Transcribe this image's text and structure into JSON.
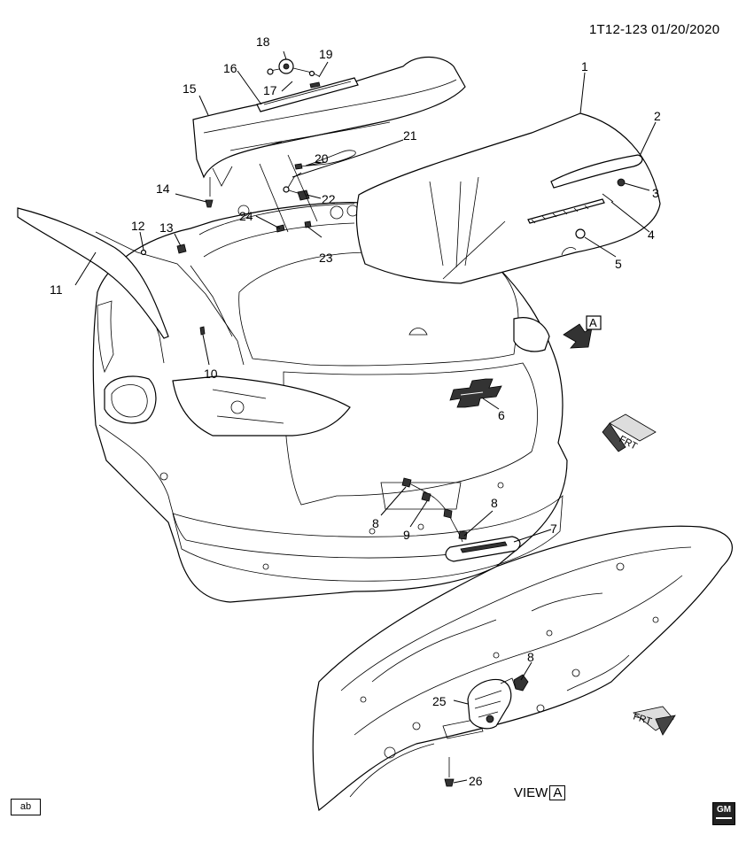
{
  "diagram": {
    "doc_id": "1T12-123  01/20/2020",
    "view_label": "VIEW",
    "view_letter": "A",
    "view_a_marker": "A",
    "frt_label": "FRT",
    "ab_label": "ab",
    "logo_text": "GM",
    "callouts": [
      {
        "id": "c1",
        "text": "1"
      },
      {
        "id": "c2",
        "text": "2"
      },
      {
        "id": "c3",
        "text": "3"
      },
      {
        "id": "c4",
        "text": "4"
      },
      {
        "id": "c5",
        "text": "5"
      },
      {
        "id": "c6",
        "text": "6"
      },
      {
        "id": "c7",
        "text": "7"
      },
      {
        "id": "c8a",
        "text": "8"
      },
      {
        "id": "c8b",
        "text": "8"
      },
      {
        "id": "c8c",
        "text": "8"
      },
      {
        "id": "c9",
        "text": "9"
      },
      {
        "id": "c10",
        "text": "10"
      },
      {
        "id": "c11",
        "text": "11"
      },
      {
        "id": "c12",
        "text": "12"
      },
      {
        "id": "c13",
        "text": "13"
      },
      {
        "id": "c14",
        "text": "14"
      },
      {
        "id": "c15",
        "text": "15"
      },
      {
        "id": "c16",
        "text": "16"
      },
      {
        "id": "c17",
        "text": "17"
      },
      {
        "id": "c18",
        "text": "18"
      },
      {
        "id": "c19",
        "text": "19"
      },
      {
        "id": "c20",
        "text": "20"
      },
      {
        "id": "c21",
        "text": "21"
      },
      {
        "id": "c22",
        "text": "22"
      },
      {
        "id": "c23",
        "text": "23"
      },
      {
        "id": "c24",
        "text": "24"
      },
      {
        "id": "c25",
        "text": "25"
      },
      {
        "id": "c26",
        "text": "26"
      }
    ]
  }
}
